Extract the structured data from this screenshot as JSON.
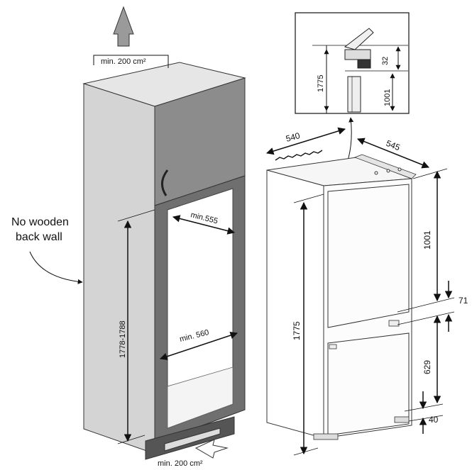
{
  "cabinet": {
    "vent_top": "min. 200 cm²",
    "vent_bottom": "min. 200 cm²",
    "wall_note_line1": "No wooden",
    "wall_note_line2": "back wall",
    "niche_depth": "min.555",
    "niche_width": "min. 560",
    "niche_height": "1778-1788"
  },
  "fridge": {
    "depth": "540",
    "width": "545",
    "height": "1775",
    "upper_door": "1001",
    "gap": "71",
    "lower_door": "629",
    "bottom": "40"
  },
  "detail": {
    "height": "1775",
    "upper": "1001",
    "offset": "32"
  }
}
